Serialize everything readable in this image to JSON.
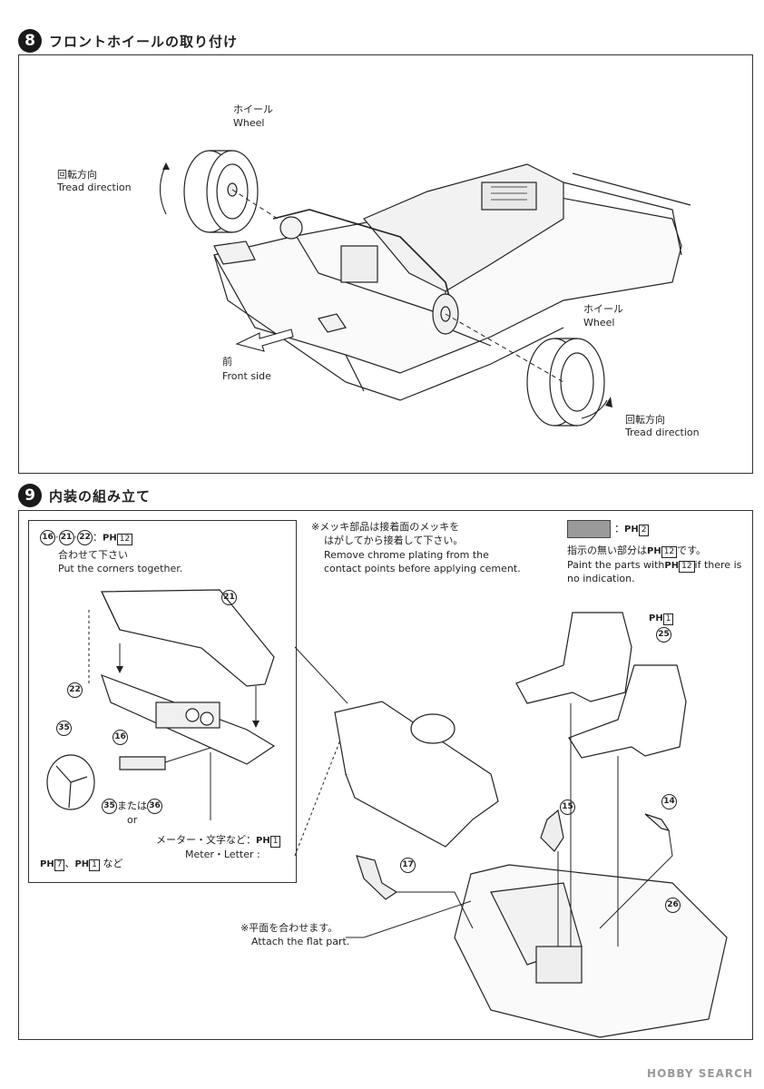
{
  "step8": {
    "number": "8",
    "title": "フロントホイールの取り付け",
    "labels": {
      "wheel_top_jp": "ホイール",
      "wheel_top_en": "Wheel",
      "tread_top_jp": "回転方向",
      "tread_top_en": "Tread direction",
      "front_jp": "前",
      "front_en": "Front side",
      "wheel_right_jp": "ホイール",
      "wheel_right_en": "Wheel",
      "tread_right_jp": "回転方向",
      "tread_right_en": "Tread direction"
    }
  },
  "step9": {
    "number": "9",
    "title": "内装の組み立て",
    "inset": {
      "parts_line_a": "16",
      "parts_line_b": "21",
      "parts_line_c": "22",
      "color_ref": "12",
      "ph": "PH",
      "together_jp": "合わせて下さい",
      "together_en": "Put the corners together.",
      "part21": "21",
      "part22": "22",
      "part35_top": "35",
      "part16": "16",
      "part35": "35",
      "part36": "36",
      "or_jp": "または",
      "or_en": "or",
      "meter_jp": "メーター・文字など：",
      "meter_en": "Meter・Letter :",
      "meter_ref": "1",
      "wheel_refs_a": "7",
      "wheel_refs_b": "1",
      "nado": "など"
    },
    "notes": {
      "chrome_jp1": "※メッキ部品は接着面のメッキを",
      "chrome_jp2": "はがしてから接着して下さい。",
      "chrome_en1": "Remove chrome plating from the",
      "chrome_en2": "contact points before applying cement.",
      "swatch_ref": "2",
      "unmarked_jp": "指示の無い部分は",
      "unmarked_ref": "12",
      "unmarked_jp_end": "です。",
      "unmarked_en1a": "Paint the parts with",
      "unmarked_en1b": "if there is",
      "unmarked_en2": "no indication.",
      "flat_jp": "※平面を合わせます。",
      "flat_en": "Attach the flat part."
    },
    "parts": {
      "seat_ref": "1",
      "p25": "25",
      "p15": "15",
      "p14": "14",
      "p17": "17",
      "p26": "26"
    },
    "swatch_color": "#9a9a9a"
  },
  "footer": "HOBBY SEARCH"
}
